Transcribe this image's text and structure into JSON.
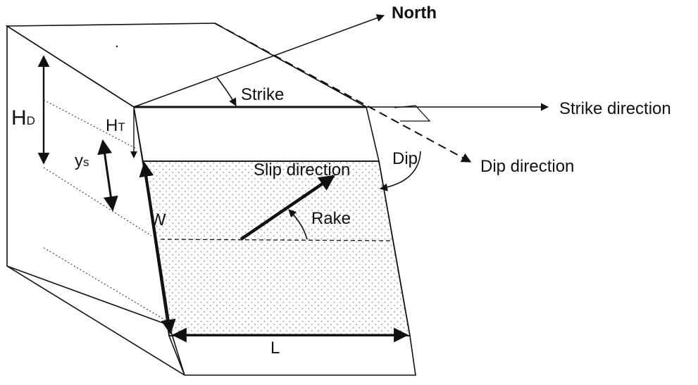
{
  "labels": {
    "north": "North",
    "strike": "Strike",
    "strike_direction": "Strike direction",
    "dip": "Dip",
    "dip_direction": "Dip direction",
    "slip_direction": "Slip direction",
    "rake": "Rake",
    "hd_main": "H",
    "hd_sub": "D",
    "ht_main": "H",
    "ht_sub": "T",
    "ys_main": "y",
    "ys_sub": "s",
    "w": "W",
    "l": "L"
  },
  "colors": {
    "line": "#111111",
    "stipple": "#8a8a8a"
  }
}
